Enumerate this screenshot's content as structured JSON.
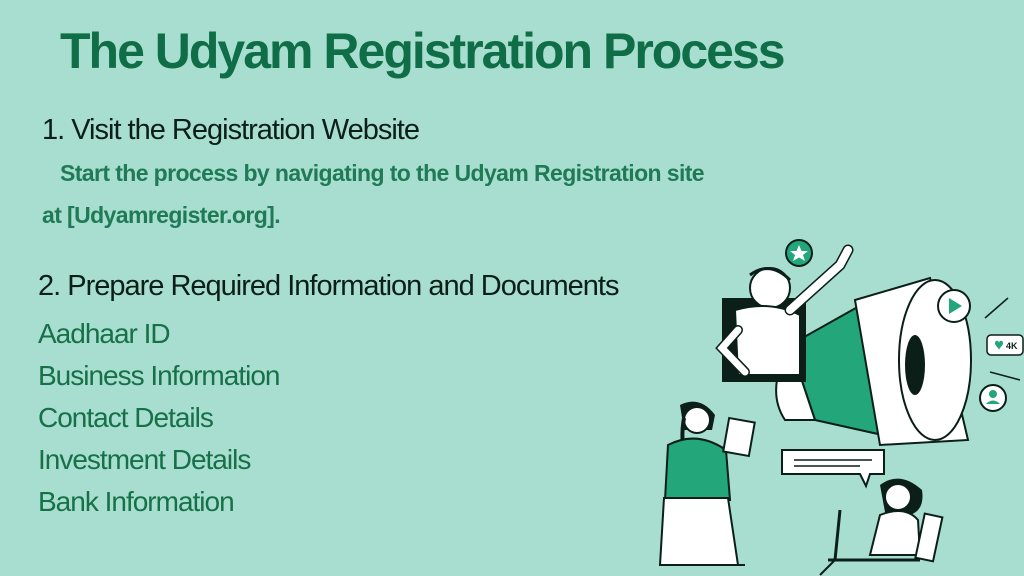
{
  "title": "The Udyam Registration Process",
  "step1": {
    "heading": "1. Visit the Registration Website",
    "text_line1": "Start the process by navigating to the Udyam Registration site",
    "text_line2": "at [Udyamregister.org]."
  },
  "step2": {
    "heading": "2. Prepare Required Information and Documents",
    "items": [
      "Aadhaar ID",
      "Business Information",
      "Contact Details",
      "Investment Details",
      "Bank Information"
    ]
  },
  "illustration": {
    "badge_label": "4K",
    "icons": [
      "star-icon",
      "play-icon",
      "heart-icon",
      "user-icon"
    ]
  },
  "colors": {
    "background": "#a8ded0",
    "title": "#0f6e47",
    "accent_green": "#22a67a"
  }
}
